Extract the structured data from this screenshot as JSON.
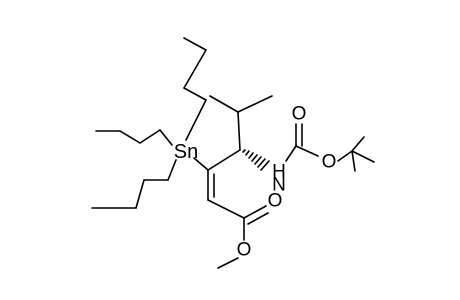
{
  "diagram": {
    "atoms": {
      "tin": "Sn",
      "nitrogen_h": "H",
      "nitrogen": "N",
      "carbamate_carbonyl_o": "O",
      "carbamate_ether_o": "O",
      "ester_carbonyl_o": "O",
      "ester_ether_o": "O"
    },
    "colors": {
      "bond": "#000000",
      "label": "#000000",
      "background": "#ffffff"
    }
  }
}
